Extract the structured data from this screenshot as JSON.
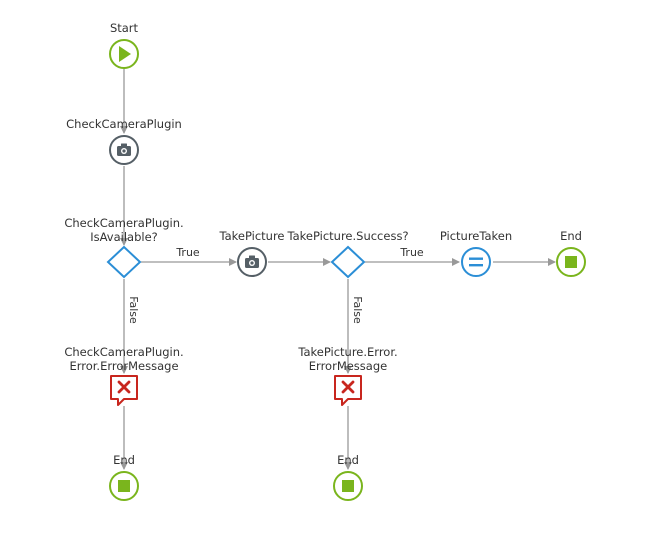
{
  "nodes": {
    "start": {
      "label": "Start"
    },
    "check_camera_plugin": {
      "label": "CheckCameraPlugin"
    },
    "is_available": {
      "label_line1": "CheckCameraPlugin.",
      "label_line2": "IsAvailable?"
    },
    "take_picture": {
      "label": "TakePicture"
    },
    "success": {
      "label": "TakePicture.Success?"
    },
    "picture_taken": {
      "label": "PictureTaken"
    },
    "end_main": {
      "label": "End"
    },
    "plugin_error": {
      "label_line1": "CheckCameraPlugin.",
      "label_line2": "Error.ErrorMessage"
    },
    "end_plugin_error": {
      "label": "End"
    },
    "picture_error": {
      "label_line1": "TakePicture.Error.",
      "label_line2": "ErrorMessage"
    },
    "end_picture_error": {
      "label": "End"
    }
  },
  "edges": {
    "is_available_true": "True",
    "is_available_false": "False",
    "success_true": "True",
    "success_false": "False"
  },
  "colors": {
    "start_green": "#7ab51d",
    "end_green": "#7ab51d",
    "camera_gray": "#555f66",
    "decision_blue": "#2b8ed6",
    "assign_blue": "#2b8ed6",
    "error_red": "#c8261e",
    "connector": "#999999"
  }
}
